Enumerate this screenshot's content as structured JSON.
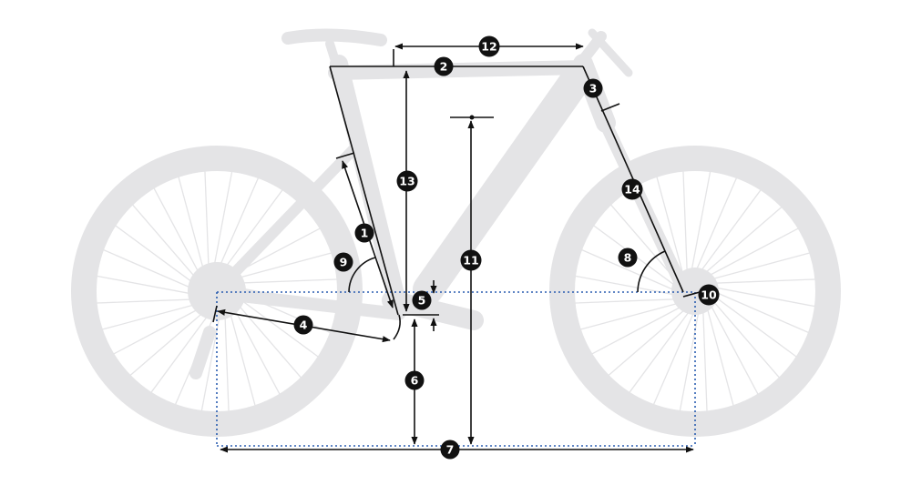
{
  "colors": {
    "silhouette": "#e4e4e6",
    "dimension_line": "#111111",
    "reference_line": "#2a5db0",
    "badge_fill": "#111111",
    "badge_text": "#ffffff",
    "background": "#ffffff"
  },
  "diagram": {
    "subject": "bike-geometry",
    "markers": [
      {
        "id": "1",
        "text": "1"
      },
      {
        "id": "2",
        "text": "2"
      },
      {
        "id": "3",
        "text": "3"
      },
      {
        "id": "4",
        "text": "4"
      },
      {
        "id": "5",
        "text": "5"
      },
      {
        "id": "6",
        "text": "6"
      },
      {
        "id": "7",
        "text": "7"
      },
      {
        "id": "8",
        "text": "8"
      },
      {
        "id": "9",
        "text": "9"
      },
      {
        "id": "10",
        "text": "10"
      },
      {
        "id": "11",
        "text": "11"
      },
      {
        "id": "12",
        "text": "12"
      },
      {
        "id": "13",
        "text": "13"
      },
      {
        "id": "14",
        "text": "14"
      }
    ]
  }
}
